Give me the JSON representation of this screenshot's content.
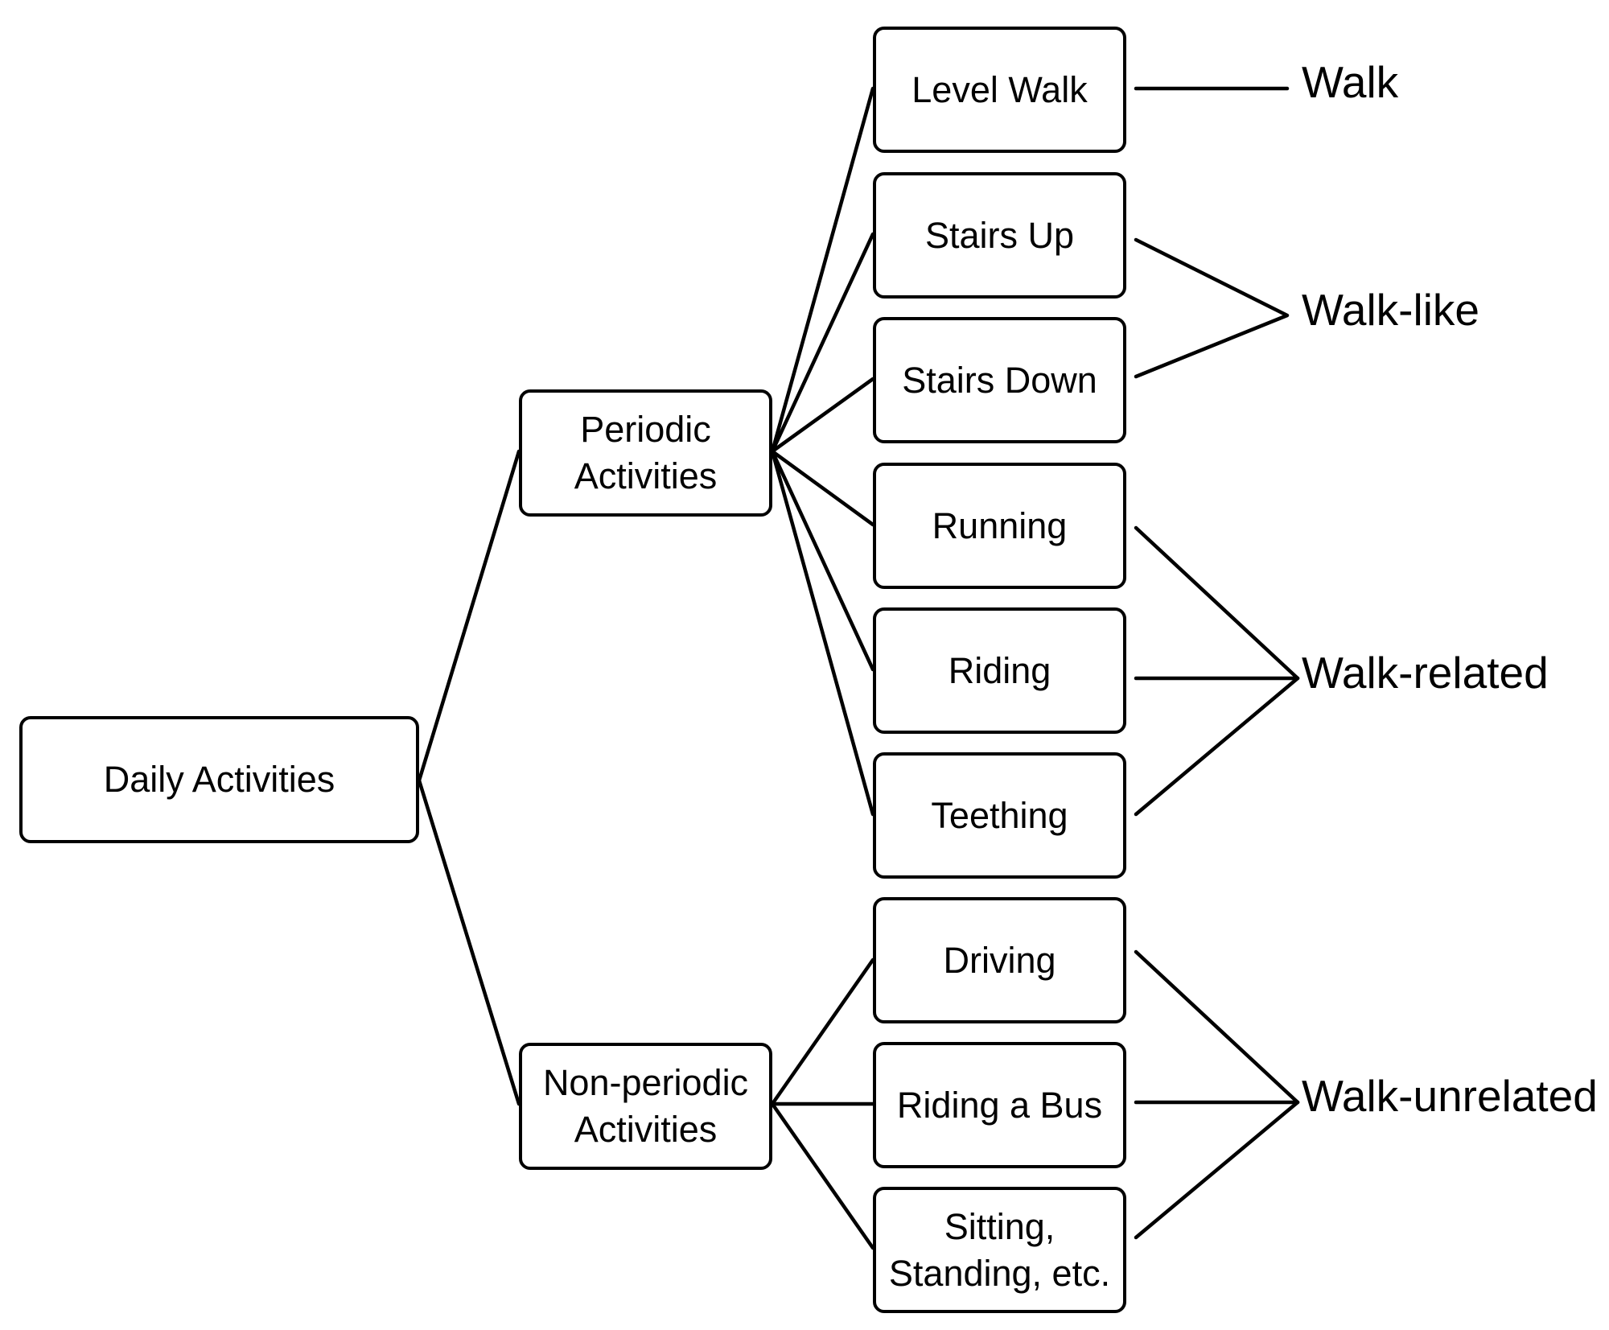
{
  "root": "Daily Activities",
  "categories": [
    {
      "label": "Periodic\nActivities"
    },
    {
      "label": "Non-periodic\nActivities"
    }
  ],
  "activities": [
    {
      "label": "Level Walk"
    },
    {
      "label": "Stairs Up"
    },
    {
      "label": "Stairs Down"
    },
    {
      "label": "Running"
    },
    {
      "label": "Riding"
    },
    {
      "label": "Teething"
    },
    {
      "label": "Driving"
    },
    {
      "label": "Riding a Bus"
    },
    {
      "label": "Sitting,\nStanding, etc."
    }
  ],
  "groups": [
    {
      "label": "Walk"
    },
    {
      "label": "Walk-like"
    },
    {
      "label": "Walk-related"
    },
    {
      "label": "Walk-unrelated"
    }
  ]
}
